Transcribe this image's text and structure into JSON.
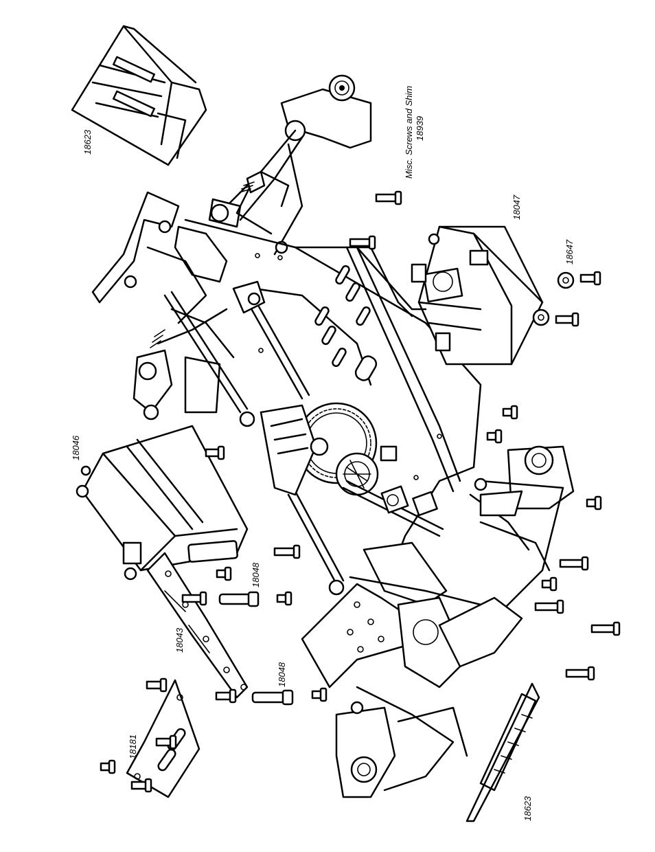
{
  "labels": {
    "body_post_top": "18623",
    "misc_screws_line1": "Misc. Screws and Shim",
    "misc_screws_line2": "18939",
    "servo_right": "18047",
    "washer": "18647",
    "servo_left": "18046",
    "post_upper": "18048",
    "plate": "18043",
    "post_lower": "18048",
    "bracket": "18181",
    "bumper_bottom": "18623"
  }
}
